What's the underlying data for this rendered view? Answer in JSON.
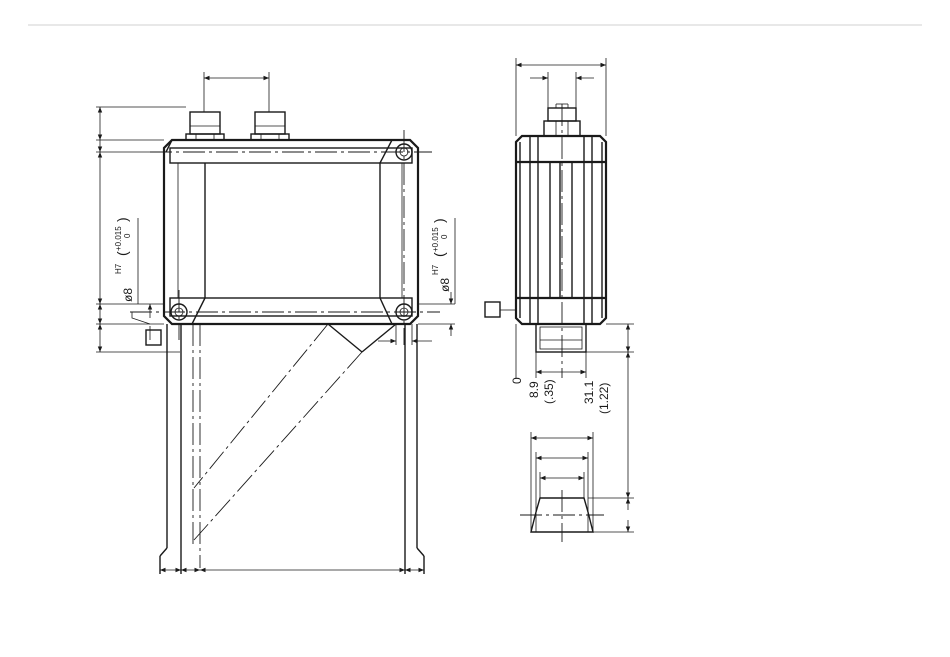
{
  "front_view": {
    "hole_left": {
      "diameter": "ø8",
      "fit": "H7",
      "tol_upper": "+0.015",
      "tol_lower": "0"
    },
    "hole_right": {
      "diameter": "ø8",
      "fit": "H7",
      "tol_upper": "+0.015",
      "tol_lower": "0"
    }
  },
  "side_view": {
    "dim_zero": "0",
    "dim_a_mm": "8.9",
    "dim_a_in": "(.35)",
    "dim_b_mm": "31.1",
    "dim_b_in": "(1.22)"
  }
}
